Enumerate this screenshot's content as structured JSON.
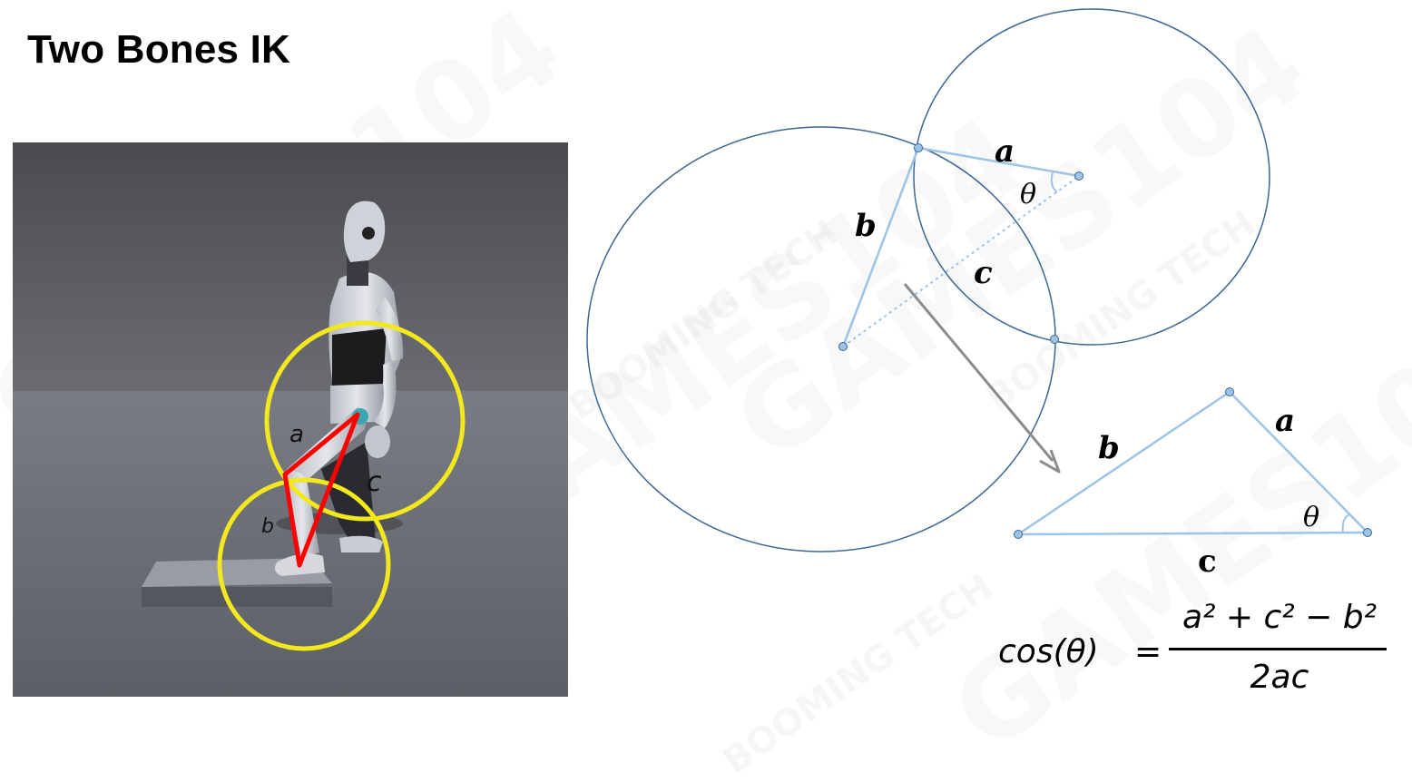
{
  "title": "Two Bones IK",
  "watermarks": [
    "GAMES104",
    "BOOMING TECH"
  ],
  "scene_labels": {
    "a": "a",
    "b": "b",
    "c": "c"
  },
  "diagram_labels": {
    "a": "a",
    "b": "b",
    "c": "c",
    "theta": "θ"
  },
  "triangle_labels": {
    "a": "a",
    "b": "b",
    "c": "c",
    "theta": "θ"
  },
  "formula": {
    "lhs": "cos(θ)",
    "eq": "=",
    "numerator": "a² + c² − b²",
    "denominator": "2ac"
  },
  "colors": {
    "ik_circle": "#f2e81d",
    "bones": "#ff0000",
    "diagram_circle": "#3b6694",
    "diagram_lines": "#9dc3e6",
    "arrow": "#8c8c8c"
  }
}
